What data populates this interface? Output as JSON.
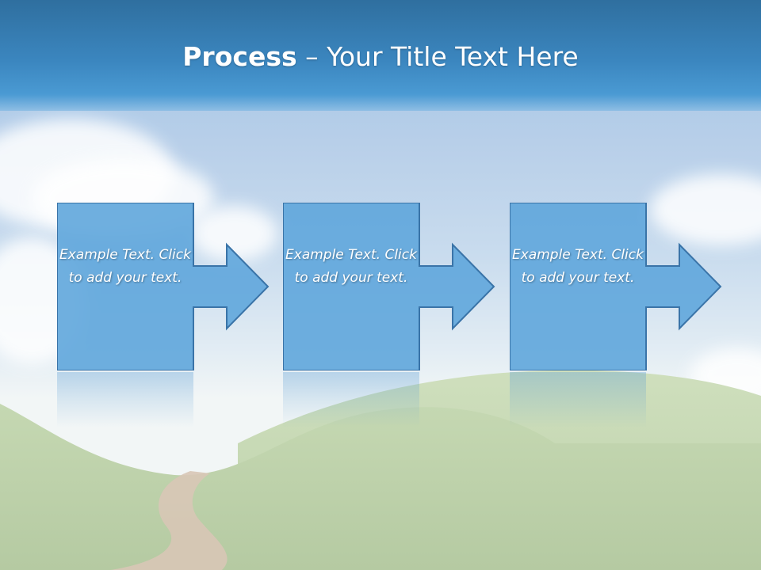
{
  "title": {
    "bold": "Process",
    "rest": " – Your Title Text Here"
  },
  "steps": [
    {
      "label": "Example Text. Click  to add your text."
    },
    {
      "label": "Example Text. Click  to add your text."
    },
    {
      "label": "Example Text. Click  to add your text."
    }
  ],
  "colors": {
    "title_bar": "#3b86bf",
    "box_fill": "#5fa6dc",
    "box_stroke": "#3a74a8",
    "grass": "#b7cfa2",
    "path": "#d9c6b4"
  }
}
